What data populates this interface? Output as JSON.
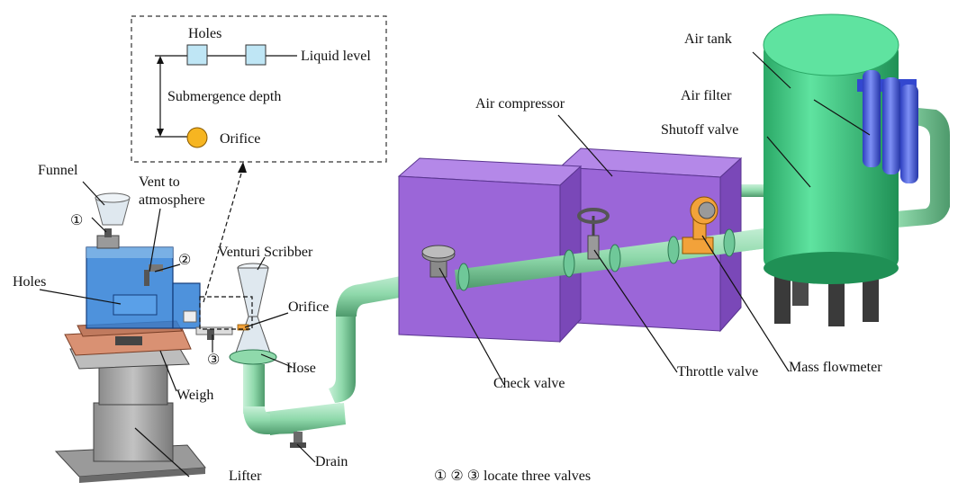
{
  "labels": {
    "holes_inset": "Holes",
    "liquid_level": "Liquid level",
    "submergence_depth": "Submergence depth",
    "orifice_inset": "Orifice",
    "funnel": "Funnel",
    "vent": "Vent to",
    "vent2": "atmosphere",
    "valve1": "①",
    "valve2": "②",
    "valve3": "③",
    "holes": "Holes",
    "venturi": "Venturi Scribber",
    "orifice": "Orifice",
    "hose": "Hose",
    "weigh": "Weigh",
    "lifter": "Lifter",
    "drain": "Drain",
    "legend_note": "① ② ③ locate three valves",
    "air_compressor": "Air compressor",
    "check_valve": "Check valve",
    "throttle_valve": "Throttle valve",
    "mass_flowmeter": "Mass flowmeter",
    "air_tank": "Air tank",
    "air_filter": "Air filter",
    "shutoff_valve": "Shutoff valve"
  },
  "colors": {
    "pipe": "#8fd9ab",
    "pipe_dark": "#4e9a6c",
    "compressor_front": "#9b66d8",
    "compressor_top": "#b488e8",
    "compressor_side": "#7a48b8",
    "tank": "#45d38c",
    "tank_dark": "#2aa866",
    "filter": "#4a5fe0",
    "tank_water": "#2f7fd6",
    "scale": "#d99173",
    "flowmeter": "#f2a23a",
    "hole_fill": "#bfe6f5",
    "orifice_fill": "#f6b521"
  }
}
